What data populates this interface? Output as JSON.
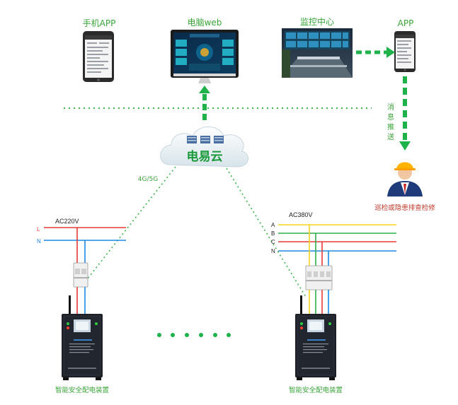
{
  "top": {
    "mobile_app_label": "手机APP",
    "pc_web_label": "电脑web",
    "monitor_center_label": "监控中心",
    "app_label": "APP"
  },
  "cloud": {
    "label": "电易云"
  },
  "network_label": "4G/5G",
  "push": {
    "label_lines": [
      "消",
      "息",
      "推",
      "送"
    ]
  },
  "worker_label": "巡检或隐患排查检修",
  "left_circuit": {
    "voltage": "AC220V",
    "phase_labels": [
      "L",
      "N"
    ]
  },
  "right_circuit": {
    "voltage": "AC380V",
    "phase_labels": [
      "A",
      "B",
      "C",
      "N"
    ]
  },
  "device_label_left": "智能安全配电装置",
  "device_label_right": "智能安全配电装置",
  "colors": {
    "accent_green": "#1fb24a",
    "label_green": "#3aa53a",
    "wire_red": "#e53935",
    "wire_blue": "#1e88e5",
    "wire_yellow": "#f4d31f",
    "wire_green": "#2eae4a",
    "cabinet": "#1c1f26"
  }
}
